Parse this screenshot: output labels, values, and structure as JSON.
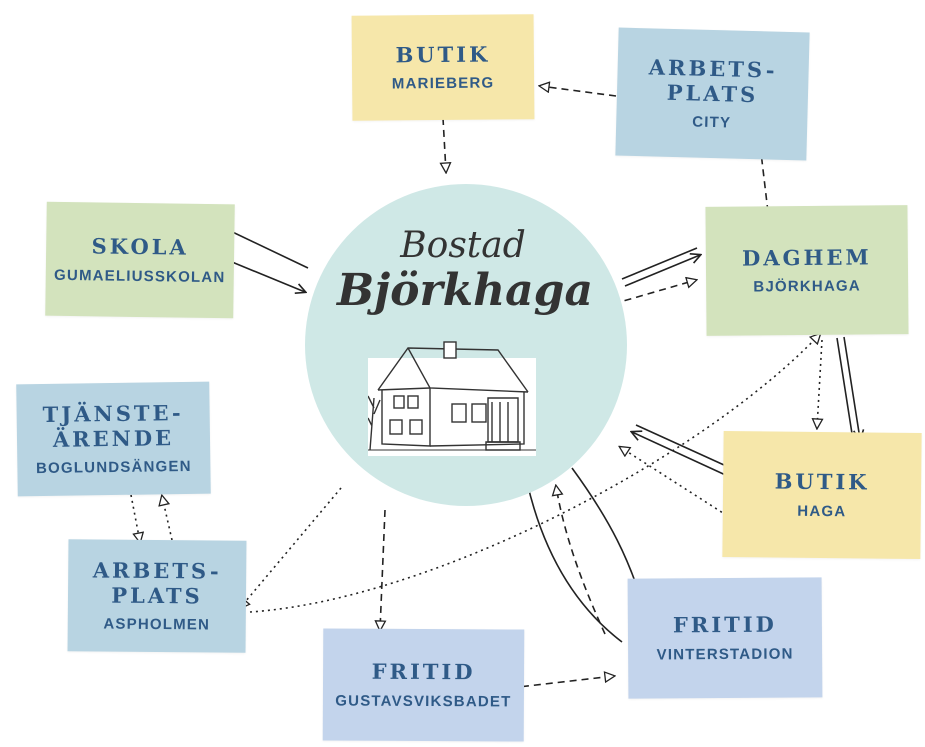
{
  "center": {
    "line1": "Bostad",
    "line2": "Björkhaga"
  },
  "nodes": {
    "butik_marieberg": {
      "title": "BUTIK",
      "sub": "MARIEBERG"
    },
    "arbetsplats_city": {
      "title1": "ARBETS-",
      "title2": "PLATS",
      "sub": "CITY"
    },
    "skola": {
      "title": "SKOLA",
      "sub": "GUMAELIUSSKOLAN"
    },
    "daghem": {
      "title": "DAGHEM",
      "sub": "BJÖRKHAGA"
    },
    "tjanste": {
      "title1": "TJÄNSTE-",
      "title2": "ÄRENDE",
      "sub": "BOGLUNDSÄNGEN"
    },
    "butik_haga": {
      "title": "BUTIK",
      "sub": "HAGA"
    },
    "arbetsplats_aspholmen": {
      "title1": "ARBETS-",
      "title2": "PLATS",
      "sub": "ASPHOLMEN"
    },
    "fritid_vinter": {
      "title": "FRITID",
      "sub": "VINTERSTADION"
    },
    "fritid_gustav": {
      "title": "FRITID",
      "sub": "GUSTAVSVIKSBADET"
    }
  },
  "colors": {
    "yellow": "#f6e7aa",
    "blue": "#b8d4e2",
    "green": "#d3e3bd",
    "lavender": "#c3d4ec",
    "circle": "#cfe8e6",
    "text": "#2f5a87"
  },
  "icons": [
    "house-sketch-icon"
  ]
}
